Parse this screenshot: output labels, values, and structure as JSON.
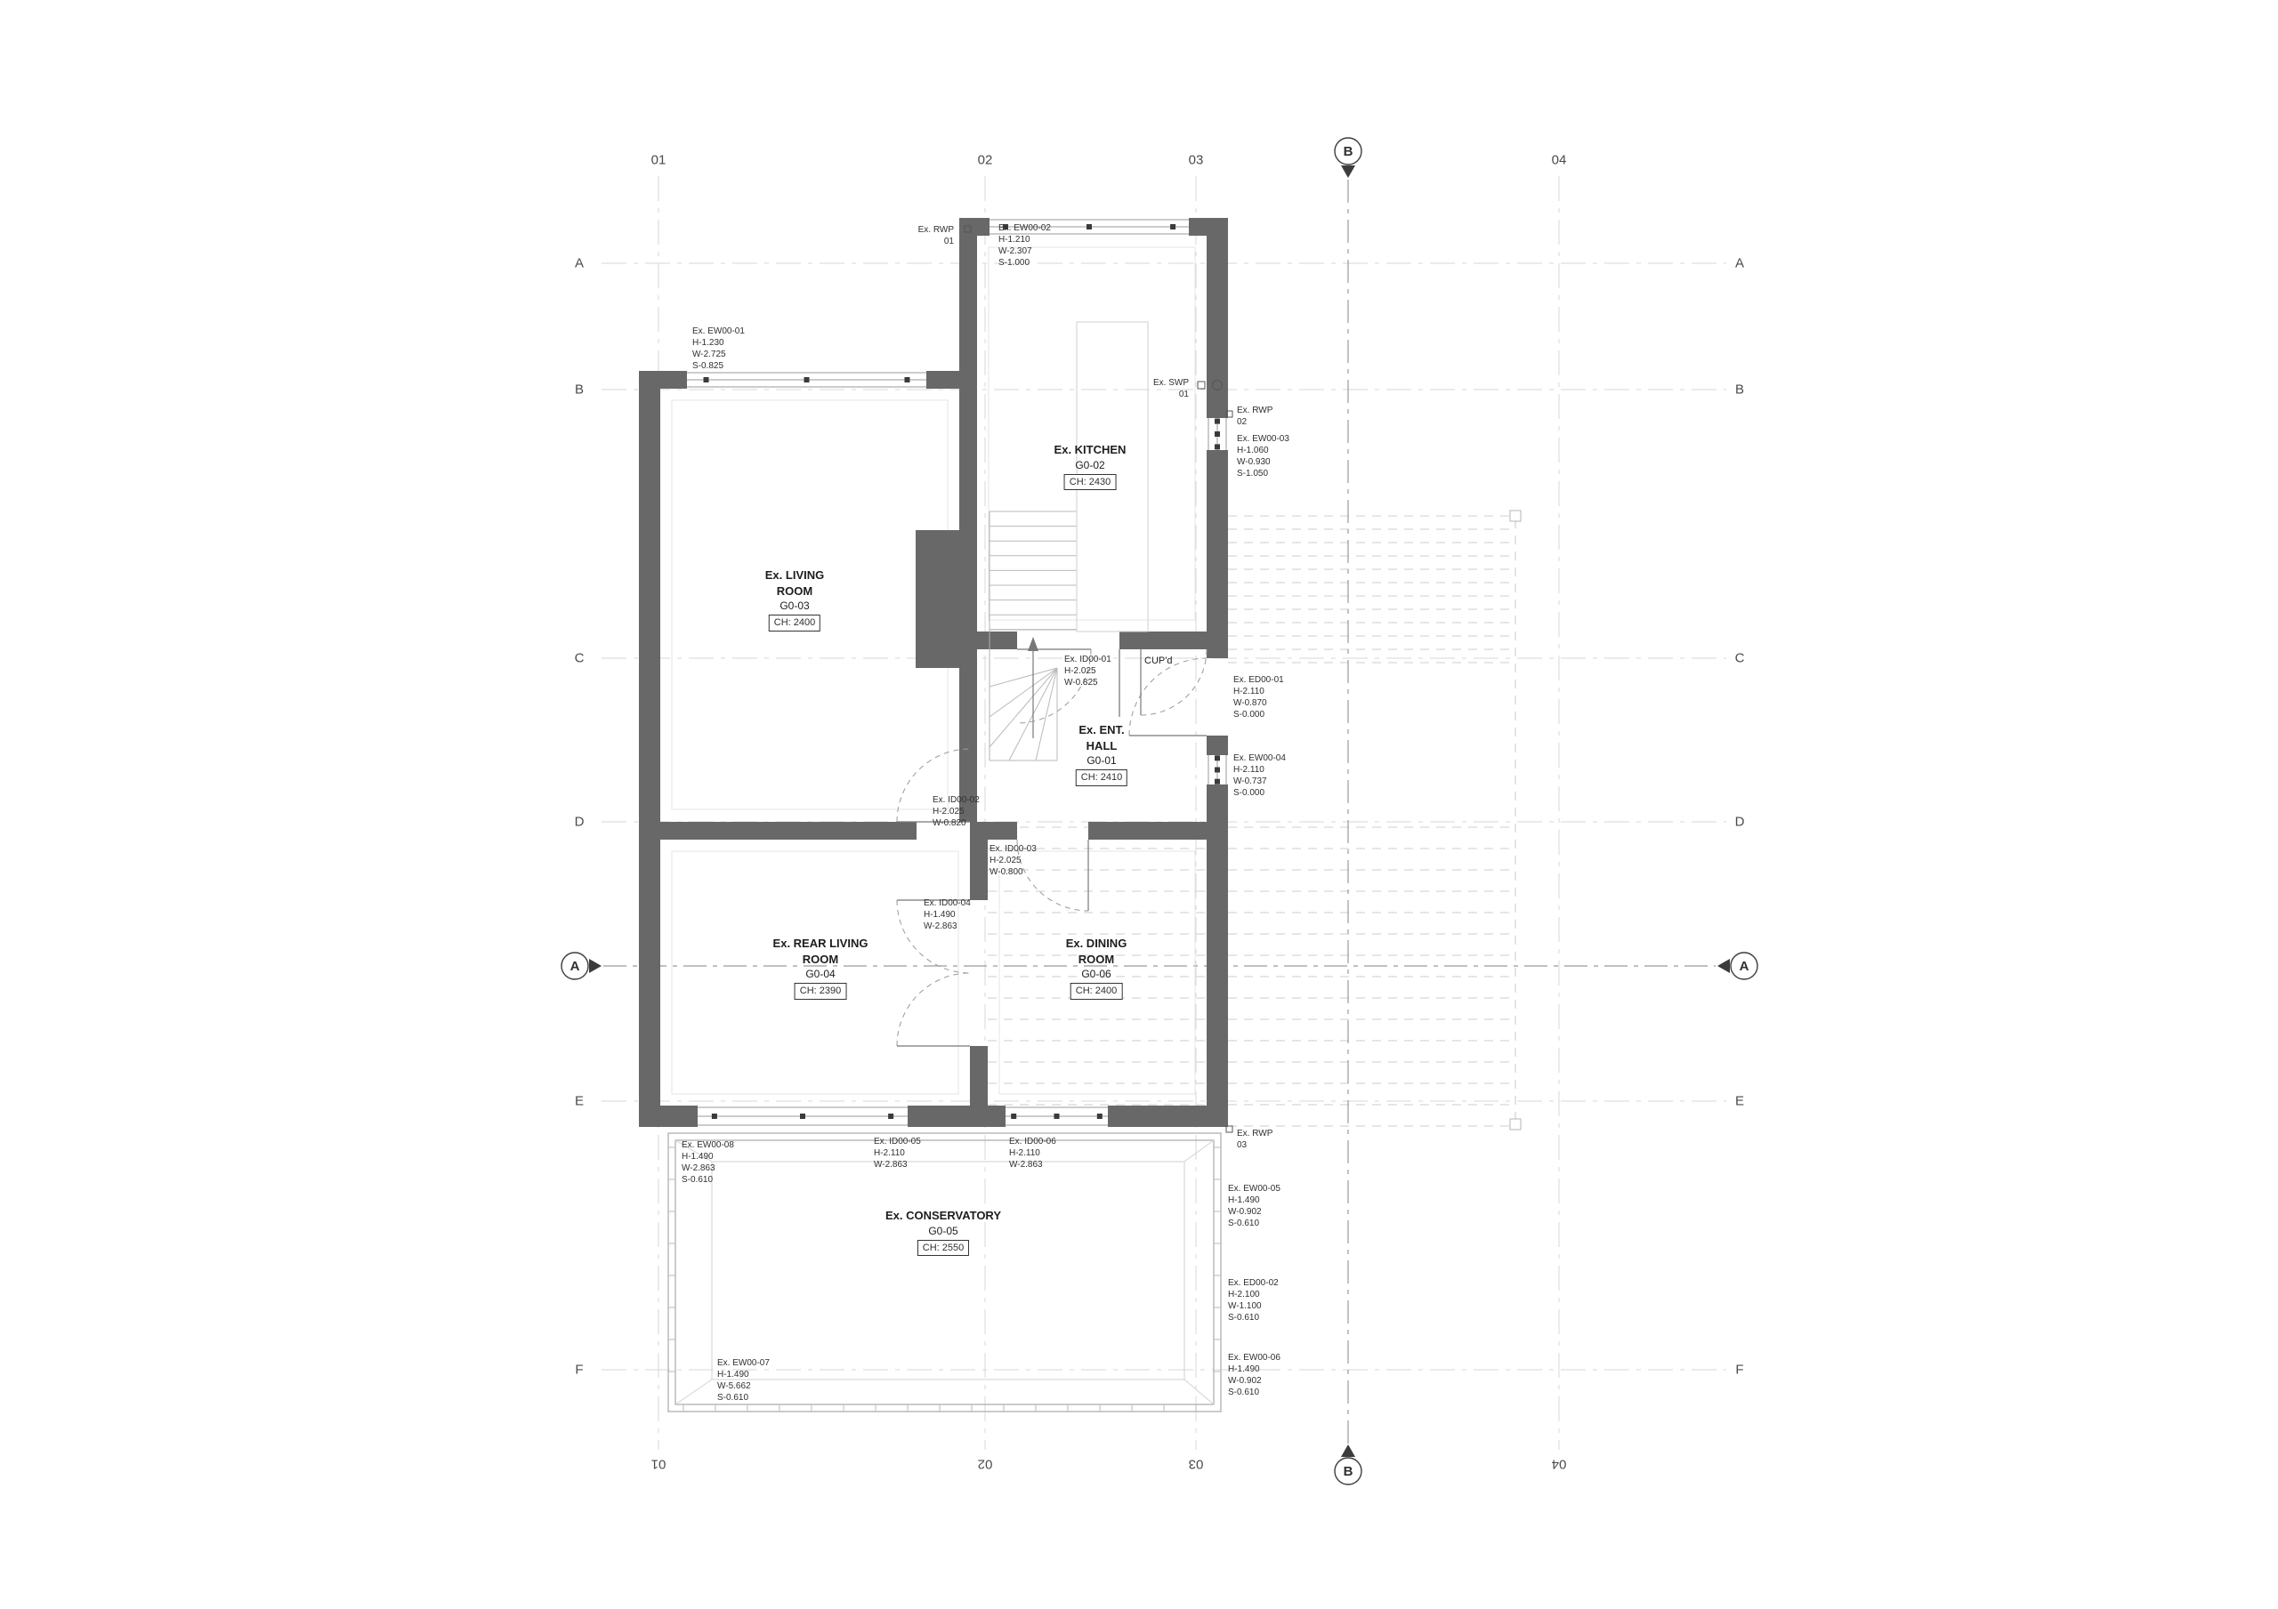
{
  "grid": {
    "c1": "01",
    "c2": "02",
    "c3": "03",
    "c4": "04",
    "r1": "A",
    "r2": "B",
    "r3": "C",
    "r4": "D",
    "r5": "E",
    "r6": "F",
    "section_vertical": "B",
    "section_horizontal": "A"
  },
  "rooms": {
    "kitchen": {
      "name": "Ex. KITCHEN",
      "id": "G0-02",
      "ch": "CH: 2430"
    },
    "living": {
      "name": "Ex. LIVING\nROOM",
      "id": "G0-03",
      "ch": "CH: 2400"
    },
    "hall": {
      "name": "Ex. ENT.\nHALL",
      "id": "G0-01",
      "ch": "CH: 2410"
    },
    "rear_living": {
      "name": "Ex. REAR LIVING\nROOM",
      "id": "G0-04",
      "ch": "CH: 2390"
    },
    "dining": {
      "name": "Ex. DINING\nROOM",
      "id": "G0-06",
      "ch": "CH: 2400"
    },
    "conservatory": {
      "name": "Ex. CONSERVATORY",
      "id": "G0-05",
      "ch": "CH: 2550"
    },
    "cupboard": {
      "name": "CUP'd"
    }
  },
  "annotations": {
    "rwp01": "Ex. RWP\n01",
    "ew00_02": "Ex. EW00-02\nH-1.210\nW-2.307\nS-1.000",
    "ew00_01": "Ex. EW00-01\nH-1.230\nW-2.725\nS-0.825",
    "swp01": "Ex. SWP\n01",
    "rwp02": "Ex. RWP\n02",
    "ew00_03": "Ex. EW00-03\nH-1.060\nW-0.930\nS-1.050",
    "ed00_01": "Ex. ED00-01\nH-2.110\nW-0.870\nS-0.000",
    "ew00_04": "Ex. EW00-04\nH-2.110\nW-0.737\nS-0.000",
    "id00_01": "Ex. ID00-01\nH-2.025\nW-0.825",
    "id00_02": "Ex. ID00-02\nH-2.025\nW-0.820",
    "id00_03": "Ex. ID00-03\nH-2.025\nW-0.800",
    "id00_04": "Ex. ID00-04\nH-1.490\nW-2.863",
    "ew00_08": "Ex. EW00-08\nH-1.490\nW-2.863\nS-0.610",
    "id00_05": "Ex. ID00-05\nH-2.110\nW-2.863",
    "id00_06": "Ex. ID00-06\nH-2.110\nW-2.863",
    "rwp03": "Ex. RWP\n03",
    "ew00_05": "Ex. EW00-05\nH-1.490\nW-0.902\nS-0.610",
    "ed00_02": "Ex. ED00-02\nH-2.100\nW-1.100\nS-0.610",
    "ew00_06": "Ex. EW00-06\nH-1.490\nW-0.902\nS-0.610",
    "ew00_07": "Ex. EW00-07\nH-1.490\nW-5.662\nS-0.610"
  },
  "colors": {
    "wall": "#686868",
    "grid_line": "#d7d7d7",
    "section_line": "#9a9a9a"
  }
}
